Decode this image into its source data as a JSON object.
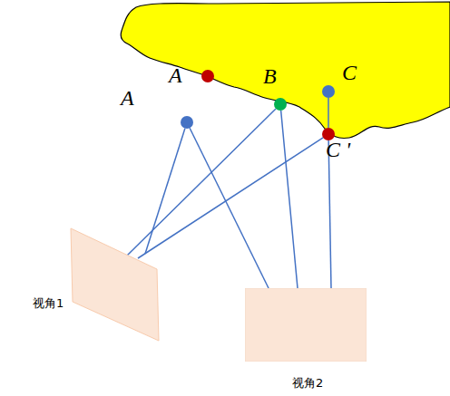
{
  "diagram": {
    "nodes": [
      {
        "text": [
          "A"
        ]
      },
      {
        "text": [
          "A"
        ]
      },
      {
        "text": [
          "B"
        ]
      },
      {
        "text": [
          "C"
        ]
      },
      {
        "text": [
          "C '"
        ]
      },
      {
        "text": [
          "视角1"
        ]
      },
      {
        "text": [
          "视角2"
        ]
      }
    ],
    "edges": [
      {
        "from": 5,
        "to": 1,
        "arrow": "none"
      },
      {
        "from": 5,
        "to": 2,
        "arrow": "none"
      },
      {
        "from": 5,
        "to": 4,
        "arrow": "none"
      },
      {
        "from": 6,
        "to": 1,
        "arrow": "none"
      },
      {
        "from": 6,
        "to": 2,
        "arrow": "none"
      },
      {
        "from": 6,
        "to": 4,
        "arrow": "none"
      },
      {
        "from": 4,
        "to": 3,
        "arrow": "none"
      }
    ]
  }
}
